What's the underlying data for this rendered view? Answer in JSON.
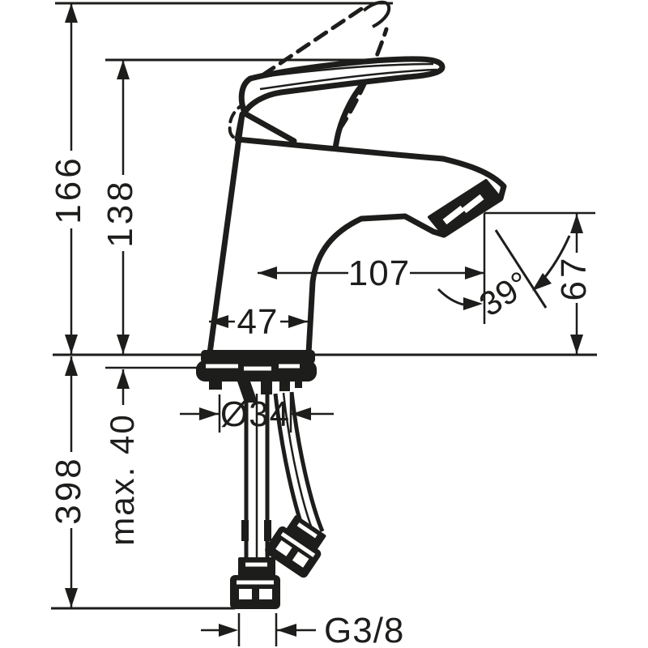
{
  "drawing": {
    "type": "technical-dimension-drawing",
    "subject": "single-lever basin mixer faucet, side view with mounting hoses",
    "units": "mm",
    "line_color": "#1d1d1b",
    "background_color": "#ffffff"
  },
  "labels": {
    "height_overall": "166",
    "height_handle": "138",
    "reach": "107",
    "body_width": "47",
    "spout_angle": "39°",
    "spout_height": "67",
    "shank_diameter": "Ø34",
    "max_mount_thickness": "max. 40",
    "hose_length": "398",
    "thread": "G3/8"
  }
}
